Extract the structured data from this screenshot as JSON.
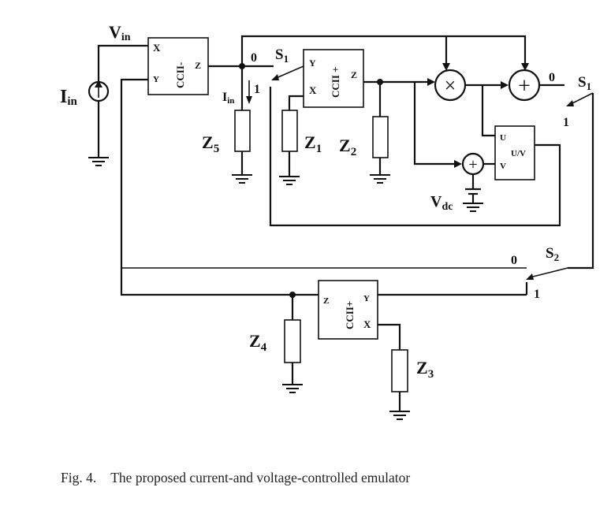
{
  "figure": {
    "caption_number": "Fig. 4.",
    "caption_text": "The proposed current-and voltage-controlled emulator"
  },
  "labels": {
    "vin": "V",
    "vin_sub": "in",
    "iin_source": "I",
    "iin_source_sub": "in",
    "iin_probe": "I",
    "iin_probe_sub": "in",
    "z1": "Z",
    "z1_sub": "1",
    "z2": "Z",
    "z2_sub": "2",
    "z3": "Z",
    "z3_sub": "3",
    "z4": "Z",
    "z4_sub": "4",
    "z5": "Z",
    "z5_sub": "5",
    "vdc": "V",
    "vdc_sub": "dc",
    "s1_left": "S",
    "s1_left_sub": "1",
    "s1_right": "S",
    "s1_right_sub": "1",
    "s2": "S",
    "s2_sub": "2",
    "state_0": "0",
    "state_1": "1"
  },
  "blocks": {
    "cc1": {
      "name": "CCII-",
      "x": "X",
      "y": "Y",
      "z": "Z"
    },
    "cc2": {
      "name": "CCII +",
      "y": "Y",
      "x": "X",
      "z": "Z"
    },
    "cc3": {
      "name": "CCII+",
      "z": "Z",
      "y": "Y",
      "x": "X"
    },
    "uv": {
      "u": "U",
      "v": "V",
      "name": "U/V"
    }
  },
  "symbols": {
    "multiplier": "×",
    "adder": "+",
    "dc_source": "+"
  }
}
